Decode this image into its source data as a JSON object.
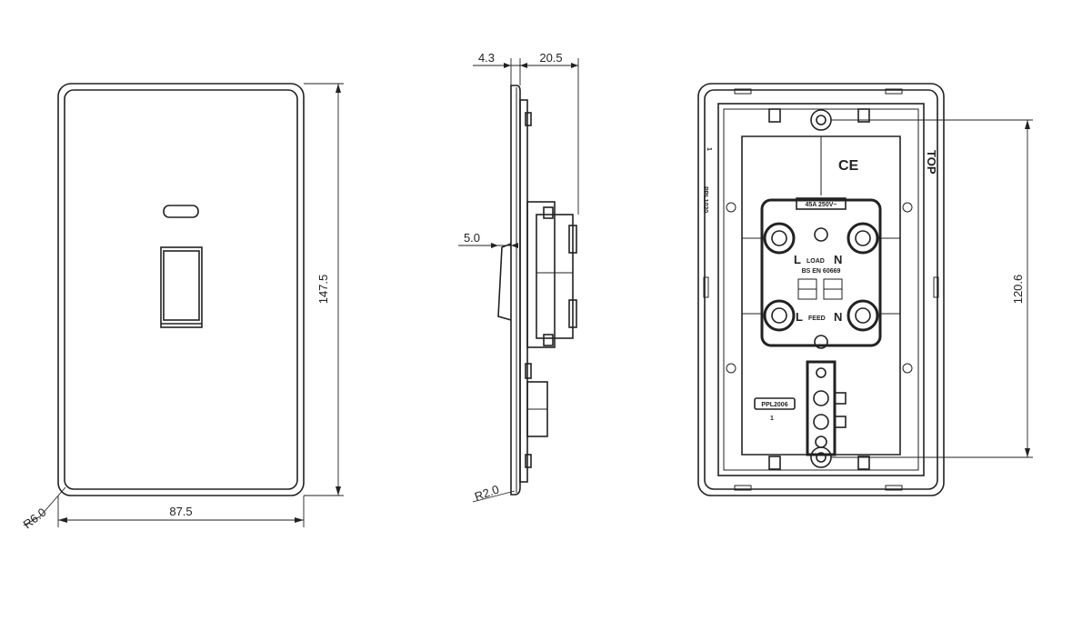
{
  "front_view": {
    "width_dim": "87.5",
    "height_dim": "147.5",
    "corner_radius": "R6.0"
  },
  "side_view": {
    "plate_thickness": "4.3",
    "depth": "20.5",
    "switch_offset": "5.0",
    "edge_radius": "R2.0"
  },
  "back_view": {
    "hole_spacing": "120.6",
    "top_marker": "TOP",
    "ce_mark": "CE",
    "rating": "45A 250V~",
    "load_l": "L",
    "load_text": "LOAD",
    "load_n": "N",
    "standard": "BS EN 60669",
    "feed_l": "L",
    "feed_text": "FEED",
    "feed_n": "N",
    "part_no": "PPL2006",
    "part_qty": "1",
    "side_code": "PPL1020",
    "side_number": "1"
  }
}
